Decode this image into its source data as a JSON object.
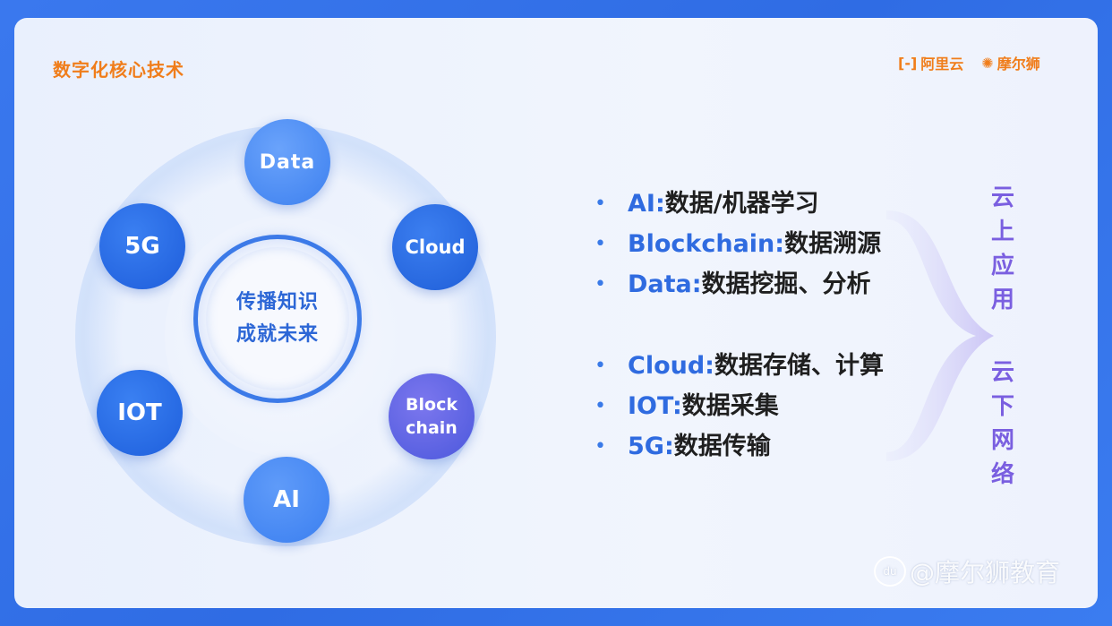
{
  "header": {
    "title": "数字化核心技术",
    "logos": [
      {
        "mark": "[-]",
        "label": "阿里云"
      },
      {
        "mark": "✺",
        "label": "摩尔狮"
      }
    ]
  },
  "diagram": {
    "center_line1": "传播知识",
    "center_line2": "成就未来",
    "nodes": {
      "data": "Data",
      "cloud": "Cloud",
      "block_line1": "Block",
      "block_line2": "chain",
      "ai": "AI",
      "iot": "IOT",
      "fiveg": "5G"
    }
  },
  "bullets_top": [
    {
      "key": "AI:",
      "text": "数据/机器学习"
    },
    {
      "key": "Blockchain:",
      "text": "数据溯源"
    },
    {
      "key": "Data:",
      "text": "数据挖掘、分析"
    }
  ],
  "bullets_bottom": [
    {
      "key": "Cloud:",
      "text": "数据存储、计算"
    },
    {
      "key": "IOT:",
      "text": "数据采集"
    },
    {
      "key": "5G:",
      "text": "数据传输"
    }
  ],
  "side_labels": {
    "top": [
      "云",
      "上",
      "应",
      "用"
    ],
    "bottom": [
      "云",
      "下",
      "网",
      "络"
    ]
  },
  "watermark": {
    "icon": "du",
    "text": "@摩尔狮教育"
  },
  "colors": {
    "background": "#3a78ee",
    "title": "#f07d1a",
    "key": "#2f6be0",
    "side": "#7a5fe0"
  }
}
